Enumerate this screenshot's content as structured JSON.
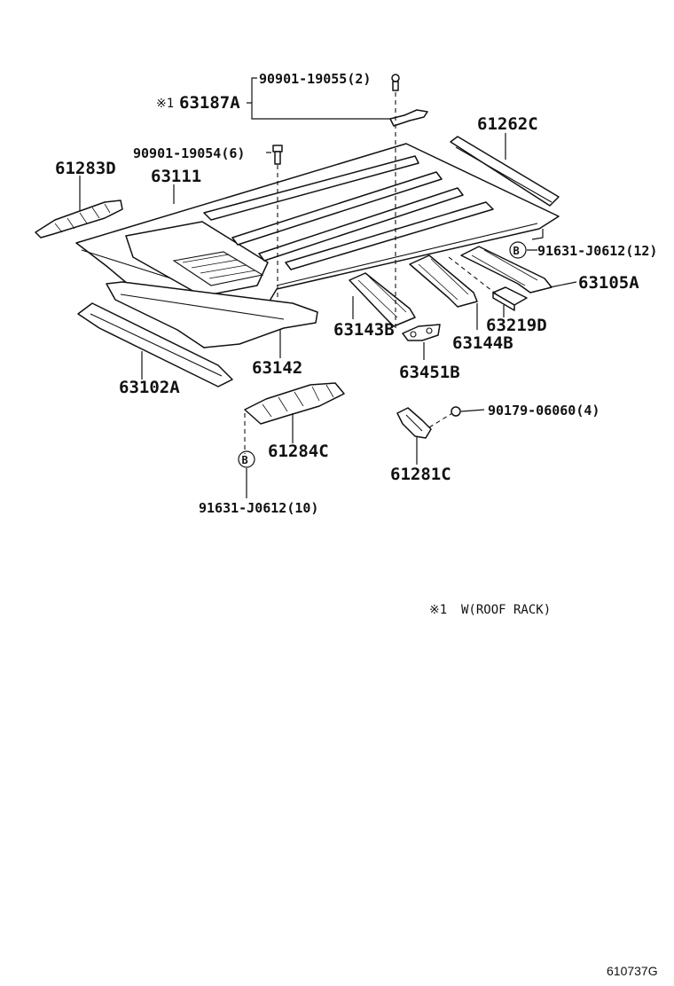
{
  "diagram": {
    "parts": {
      "p61283D": "61283D",
      "p63111": "63111",
      "p90901_19054": "90901-19054(6)",
      "p90901_19055": "90901-19055(2)",
      "p63187A": "63187A",
      "p63187A_mark": "※1",
      "p61262C": "61262C",
      "p91631_J0612_12": "91631-J0612(12)",
      "p91631_J0612_12_ref": "B",
      "p63105A": "63105A",
      "p63219D": "63219D",
      "p63143B": "63143B",
      "p63144B": "63144B",
      "p63142": "63142",
      "p63451B": "63451B",
      "p63102A": "63102A",
      "p90179_06060": "90179-06060(4)",
      "p61284C": "61284C",
      "p61281C": "61281C",
      "p91631_J0612_10": "91631-J0612(10)",
      "p91631_J0612_10_ref": "B"
    },
    "note": {
      "mark": "※1",
      "text": "W(ROOF RACK)"
    },
    "figure_id": "610737G"
  }
}
